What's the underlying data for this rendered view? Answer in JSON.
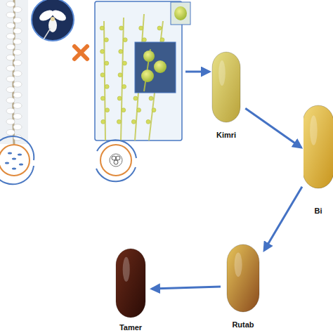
{
  "diagram": {
    "nodes": [
      {
        "text": [
          "Kimri"
        ]
      },
      {
        "text": [
          "Bi"
        ]
      },
      {
        "text": [
          "Rutab"
        ]
      },
      {
        "text": [
          "Tamer"
        ]
      }
    ],
    "edges": [
      {
        "from": 0,
        "to": 1,
        "arrow": "to"
      },
      {
        "from": 1,
        "to": 2,
        "arrow": "to"
      },
      {
        "from": 2,
        "to": 3,
        "arrow": "to"
      }
    ]
  }
}
